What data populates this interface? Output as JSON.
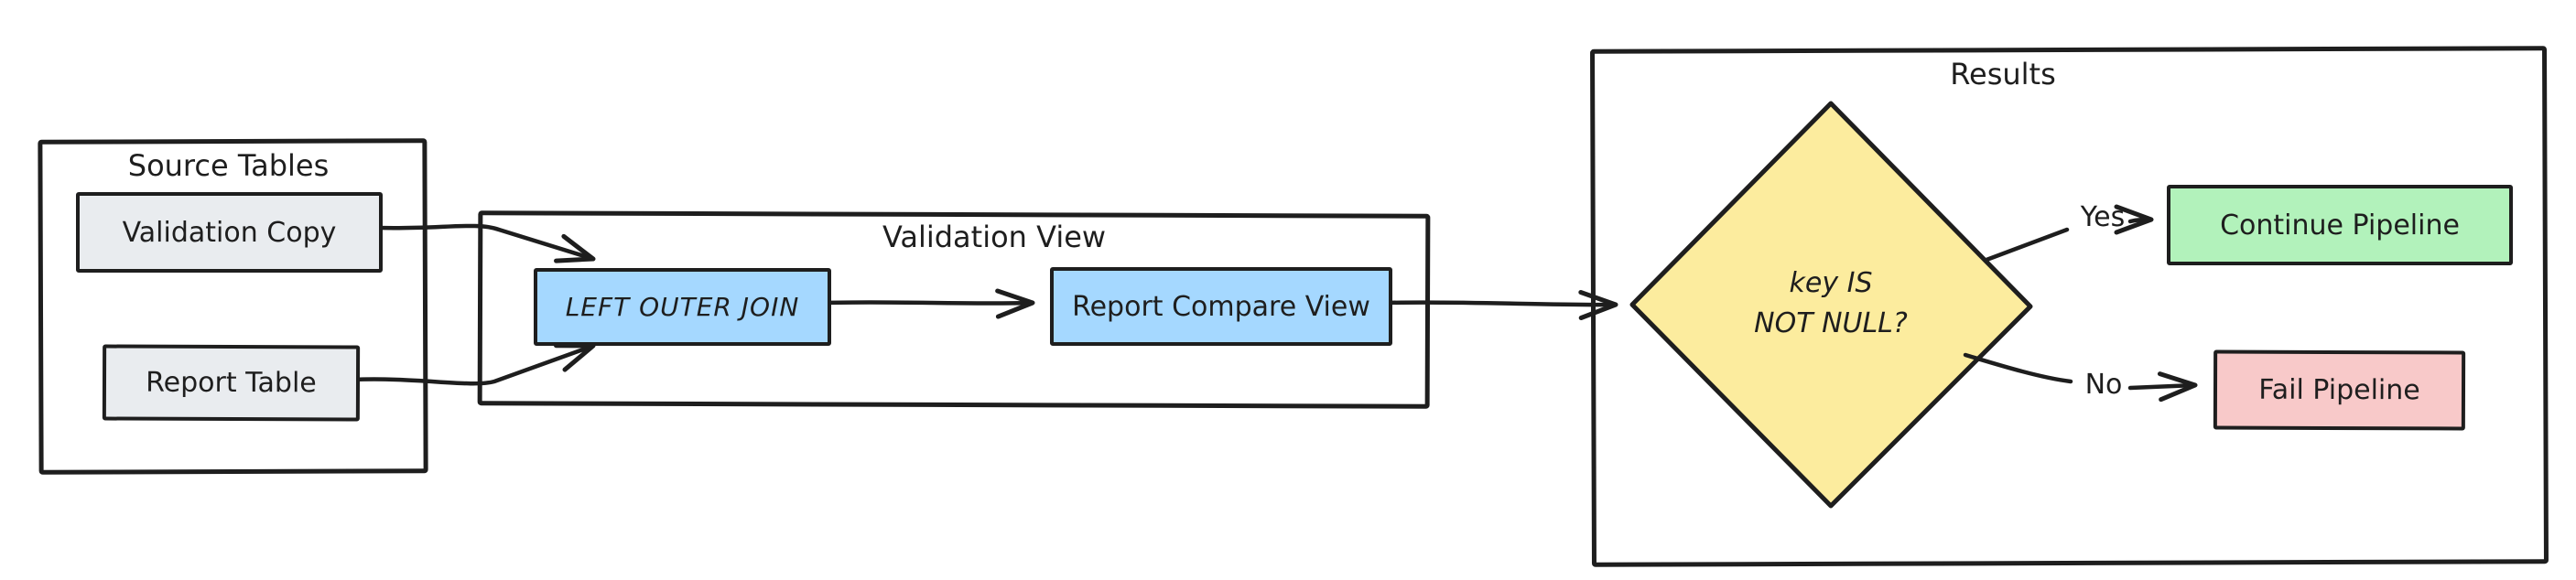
{
  "diagram": {
    "source_tables": {
      "title": "Source Tables",
      "nodes": [
        {
          "label": "Validation Copy"
        },
        {
          "label": "Report Table"
        }
      ]
    },
    "validation_view": {
      "title": "Validation View",
      "nodes": [
        {
          "label": "LEFT OUTER JOIN"
        },
        {
          "label": "Report Compare View"
        }
      ]
    },
    "results": {
      "title": "Results",
      "decision": {
        "line1": "key IS",
        "line2": "NOT NULL?"
      },
      "yes_label": "Yes",
      "no_label": "No",
      "outcomes": [
        {
          "label": "Continue Pipeline"
        },
        {
          "label": "Fail Pipeline"
        }
      ]
    },
    "colors": {
      "stroke": "#1e1e1e",
      "node_gray": "#e9ecef",
      "node_blue": "#a5d8ff",
      "node_yellow": "#fcec9e",
      "node_green": "#b2f2bb",
      "node_red": "#f8c9c9",
      "background": "#ffffff"
    }
  }
}
